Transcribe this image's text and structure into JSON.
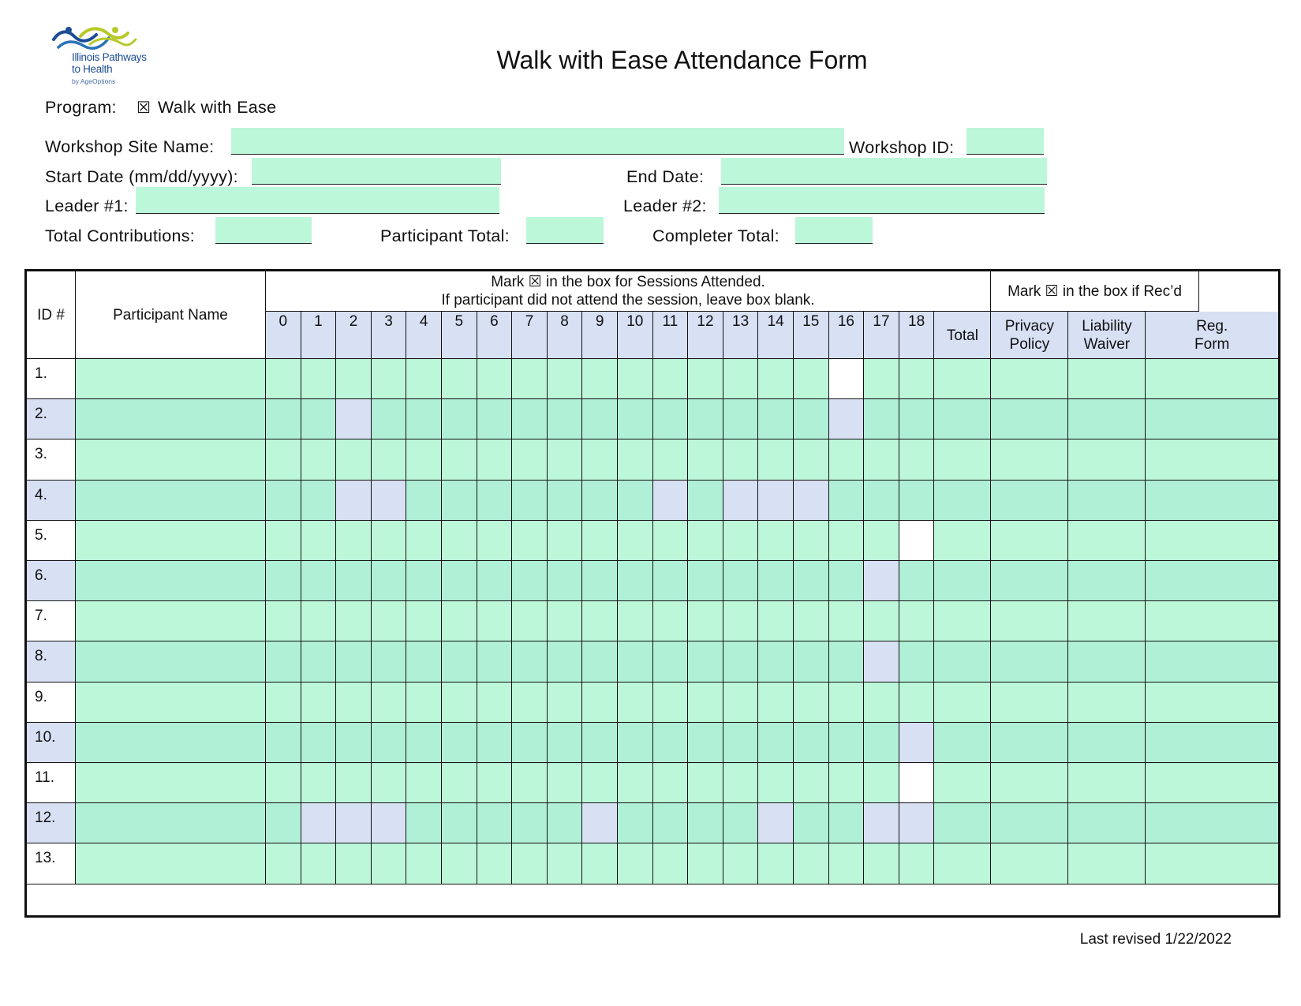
{
  "logo": {
    "line1": "Illinois Pathways",
    "line2": "to Health",
    "line3": "by AgeOptions",
    "colors": {
      "blue": "#1d4d94",
      "green": "#b7c928"
    }
  },
  "title": "Walk with Ease Attendance Form",
  "program": {
    "label": "Program:",
    "checkbox": "☒",
    "value": "Walk with Ease"
  },
  "fields": {
    "site_name": "Workshop Site Name:",
    "workshop_id": "Workshop ID:",
    "start_date": "Start Date (mm/dd/yyyy):",
    "end_date": "End Date:",
    "leader1": "Leader #1:",
    "leader2": "Leader #2:",
    "contributions": "Total Contributions:",
    "participant_total": "Participant Total:",
    "completer_total": "Completer Total:"
  },
  "table": {
    "id_header": "ID #",
    "name_header": "Participant Name",
    "sessions_line1": "Mark ☒ in the box for Sessions Attended.",
    "sessions_line2": "If participant did not attend the session, leave box blank.",
    "received_header": "Mark ☒ in the box if Rec’d",
    "sessions": [
      "0",
      "1",
      "2",
      "3",
      "4",
      "5",
      "6",
      "7",
      "8",
      "9",
      "10",
      "11",
      "12",
      "13",
      "14",
      "15",
      "16",
      "17",
      "18"
    ],
    "total": "Total",
    "privacy": [
      "Privacy",
      "Policy"
    ],
    "liability": [
      "Liability",
      "Waiver"
    ],
    "reg": [
      "Reg.",
      "Form"
    ],
    "rows": [
      "1.",
      "2.",
      "3.",
      "4.",
      "5.",
      "6.",
      "7.",
      "8.",
      "9.",
      "10.",
      "11.",
      "12.",
      "13."
    ],
    "colors": {
      "fill": "#bdf7da",
      "header": "#d8e0f4"
    }
  },
  "footer": "Last revised 1/22/2022"
}
